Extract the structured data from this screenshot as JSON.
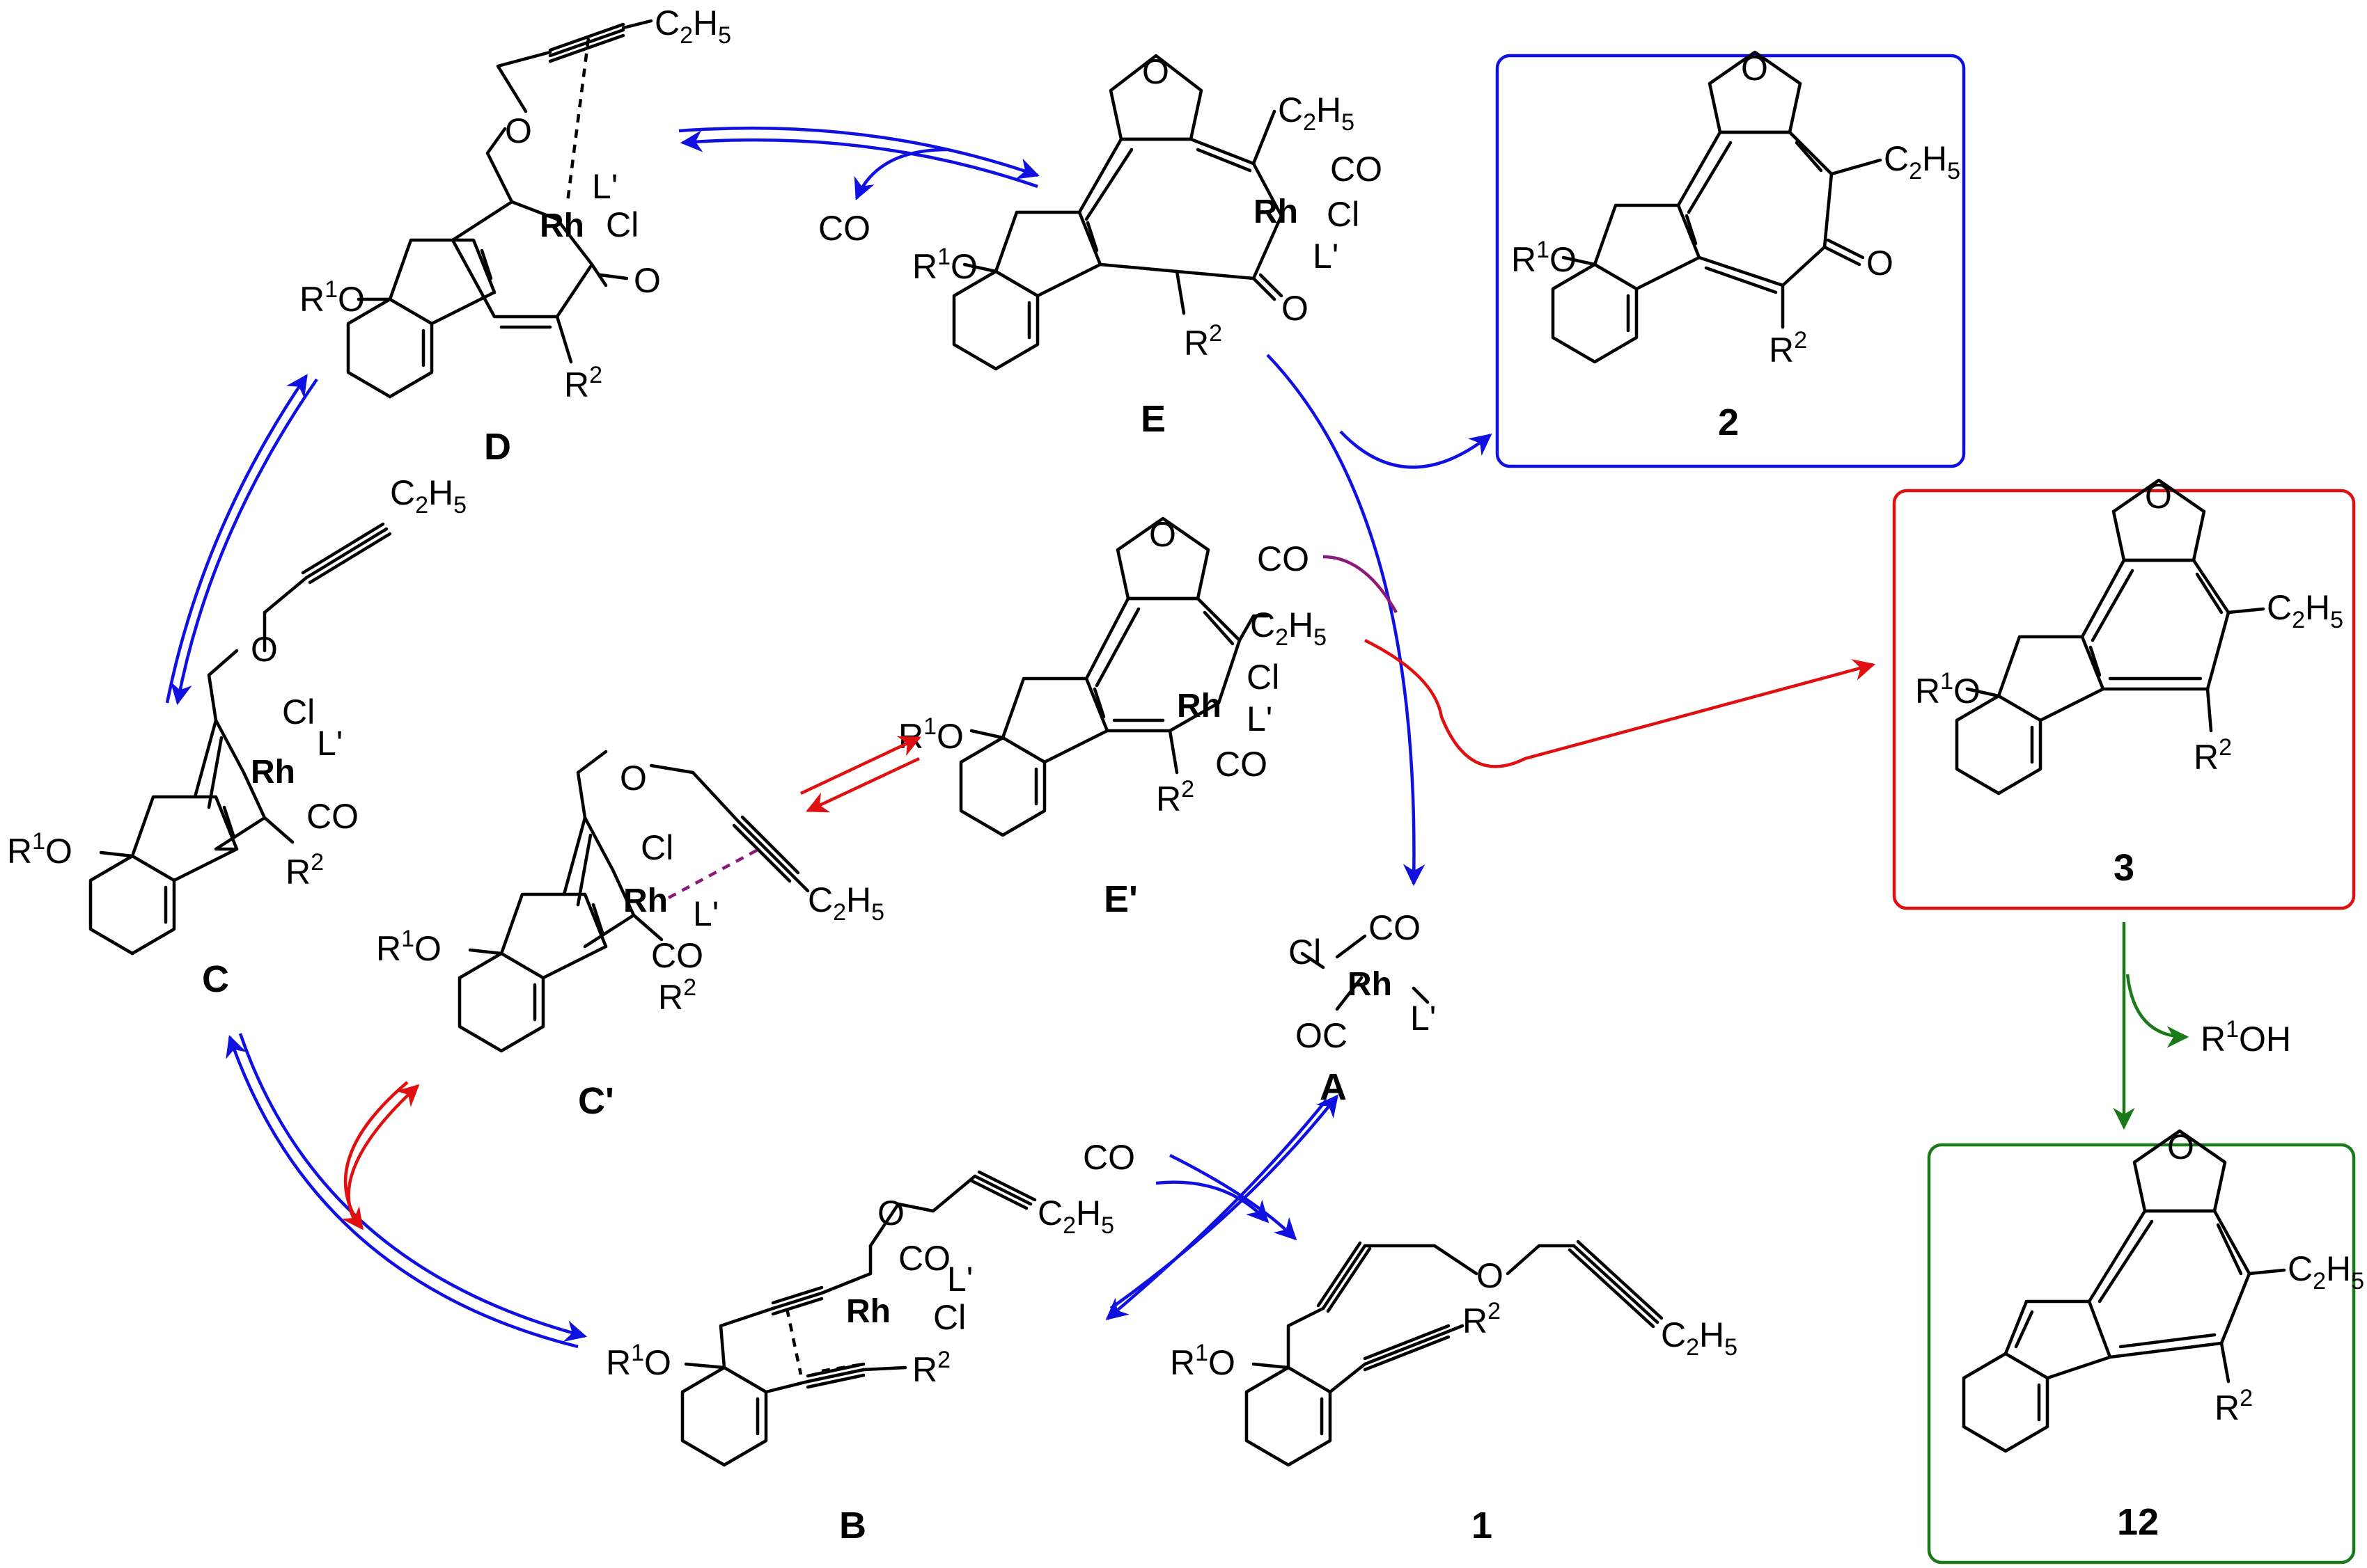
{
  "compounds": [
    {
      "key": "D",
      "label": "D"
    },
    {
      "key": "E",
      "label": "E"
    },
    {
      "key": "C",
      "label": "C"
    },
    {
      "key": "C_prime",
      "label": "C'"
    },
    {
      "key": "E_prime",
      "label": "E'"
    },
    {
      "key": "A",
      "label": "A"
    },
    {
      "key": "B",
      "label": "B"
    },
    {
      "key": "1",
      "label": "1"
    },
    {
      "key": "2",
      "label": "2"
    },
    {
      "key": "3",
      "label": "3"
    },
    {
      "key": "12",
      "label": "12"
    }
  ],
  "atoms": {
    "O": "O",
    "Rh": "Rh",
    "Cl": "Cl",
    "L": "L'",
    "CO": "CO",
    "OC": "OC",
    "C2": "C",
    "C2sub": "2",
    "H5": "H",
    "H5sub": "5",
    "R": "R",
    "Rsup1": "1",
    "Rsup2": "2",
    "OH": "OH"
  },
  "reagents": {
    "co": "CO",
    "r1oh_r": "R",
    "r1oh_sup": "1",
    "r1oh_oh": "OH"
  },
  "colors": {
    "metal": "#8B1A7A",
    "blue": "#1010E0",
    "red": "#E01010",
    "green": "#1A7A1A",
    "purple": "#8B1A7A"
  }
}
